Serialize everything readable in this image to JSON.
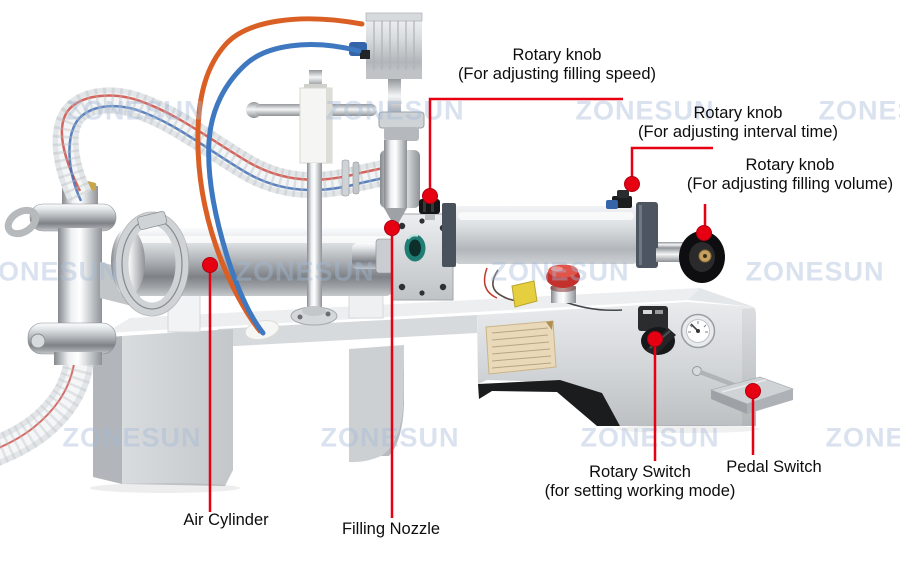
{
  "page": {
    "watermark_text": "ZONESUN",
    "background": "#ffffff"
  },
  "colors": {
    "annotation_red": "#e60012",
    "annotation_red_dark": "#b00010",
    "estop_red": "#c4302b",
    "bearing_teal": "#1f7d74",
    "tube_orange": "#d95f25",
    "tube_blue": "#3e78c0",
    "machine_steel": "#cdd0d3"
  },
  "annotations": {
    "filling_speed": {
      "title": "Rotary knob",
      "subtitle": "(For adjusting filling speed)"
    },
    "interval_time": {
      "title": "Rotary knob",
      "subtitle": "(For adjusting interval time)"
    },
    "filling_volume": {
      "title": "Rotary knob",
      "subtitle": "(For adjusting filling volume)"
    },
    "rotary_switch": {
      "title": "Rotary Switch",
      "subtitle": "(for setting working mode)"
    },
    "pedal_switch": {
      "title": "Pedal Switch"
    },
    "air_cylinder": {
      "title": "Air Cylinder"
    },
    "filling_nozzle": {
      "title": "Filling Nozzle"
    }
  }
}
